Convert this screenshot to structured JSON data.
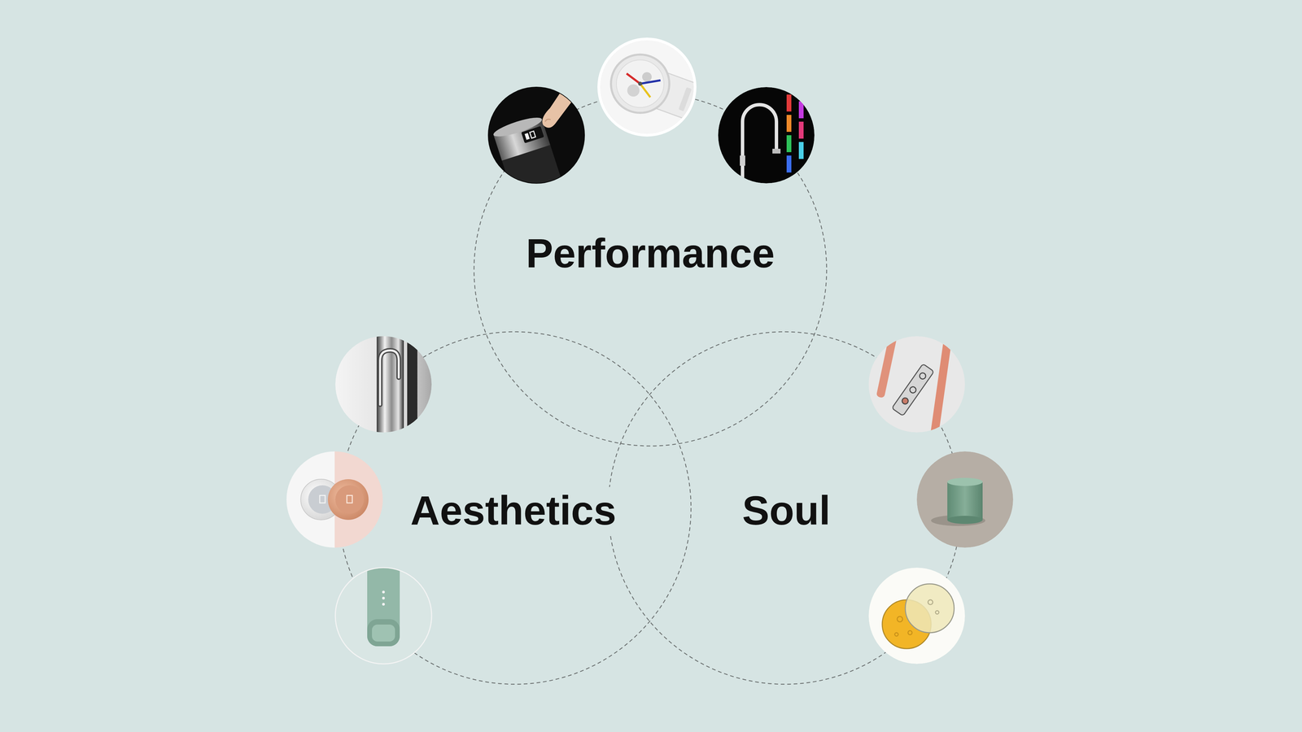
{
  "diagram": {
    "nodes": [
      {
        "text": [
          "Performance"
        ]
      },
      {
        "text": [
          "Aesthetics"
        ]
      },
      {
        "text": [
          "Soul"
        ]
      }
    ]
  }
}
